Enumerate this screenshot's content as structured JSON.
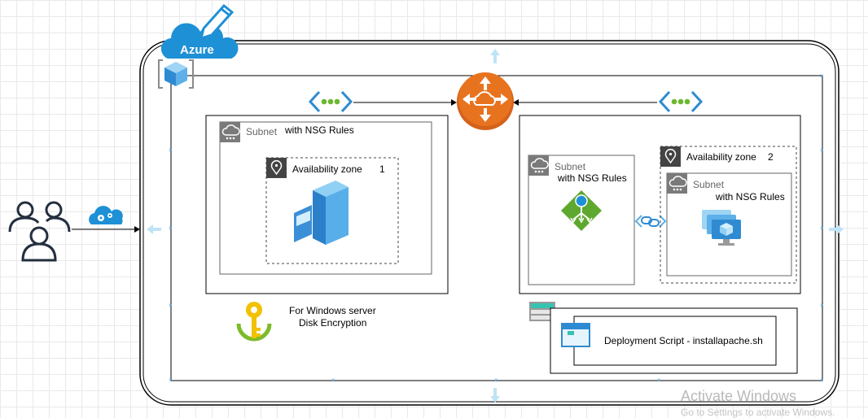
{
  "cloud": {
    "label": "Azure"
  },
  "left_subnet": {
    "subnet_label": "Subnet",
    "nsg_label": "with NSG Rules",
    "zone_label": "Availability zone",
    "zone_number": "1"
  },
  "right_subnet_a": {
    "subnet_label": "Subnet",
    "nsg_label": "with NSG Rules"
  },
  "right_zone": {
    "zone_label": "Availability zone",
    "zone_number": "2",
    "subnet_label": "Subnet",
    "nsg_label": "with NSG Rules"
  },
  "key_vault": {
    "line1": "For Windows server",
    "line2": "Disk Encryption"
  },
  "deployment": {
    "label": "Deployment Script - installapache.sh"
  },
  "watermark": {
    "title": "Activate Windows",
    "subtitle": "Go to Settings to activate Windows."
  },
  "colors": {
    "azure_blue": "#1e90d6",
    "router_orange": "#e8731f",
    "lb_green": "#5ea82f",
    "key_yellow": "#f2c100",
    "key_green": "#7dbb2a"
  }
}
